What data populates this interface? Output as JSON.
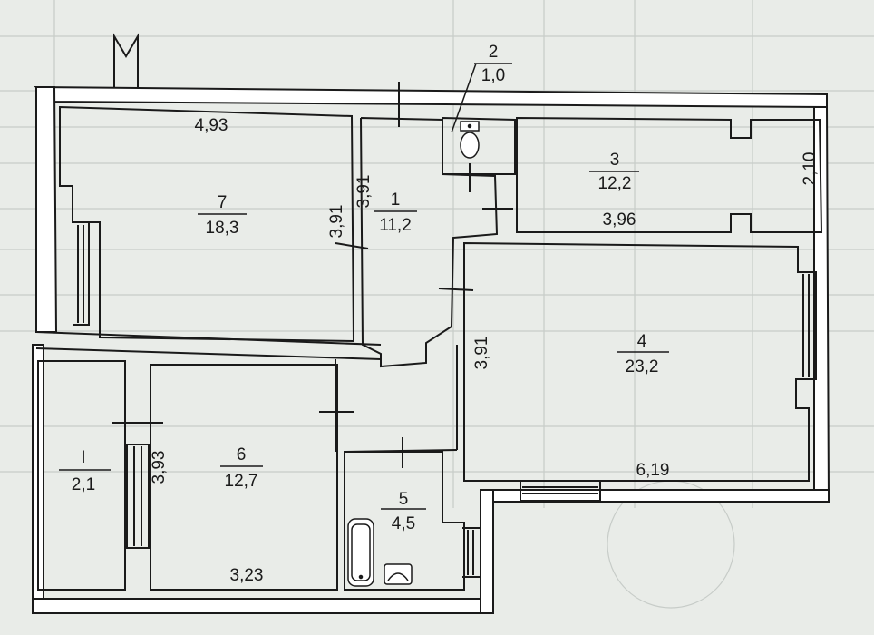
{
  "north_marker": "M",
  "rooms": [
    {
      "id": "1",
      "number": "1",
      "area": "11,2"
    },
    {
      "id": "2",
      "number": "2",
      "area": "1,0"
    },
    {
      "id": "3",
      "number": "3",
      "area": "12,2"
    },
    {
      "id": "4",
      "number": "4",
      "area": "23,2"
    },
    {
      "id": "5",
      "number": "5",
      "area": "4,5"
    },
    {
      "id": "6",
      "number": "6",
      "area": "12,7"
    },
    {
      "id": "7",
      "number": "7",
      "area": "18,3"
    },
    {
      "id": "I",
      "number": "I",
      "area": "2,1"
    }
  ],
  "dimensions": {
    "room7_width": "4,93",
    "room7_height": "3,91",
    "room1_height": "3,91",
    "room3_width": "3,96",
    "room3_height": "2,10",
    "room4_height": "3,91",
    "room4_width": "6,19",
    "room6_height": "3,93",
    "room6_width": "3,23"
  },
  "colors": {
    "background": "#e9ece8",
    "wall_fill": "#ffffff",
    "line": "#1a1a1a",
    "faded_table": "#c7ccc8"
  }
}
